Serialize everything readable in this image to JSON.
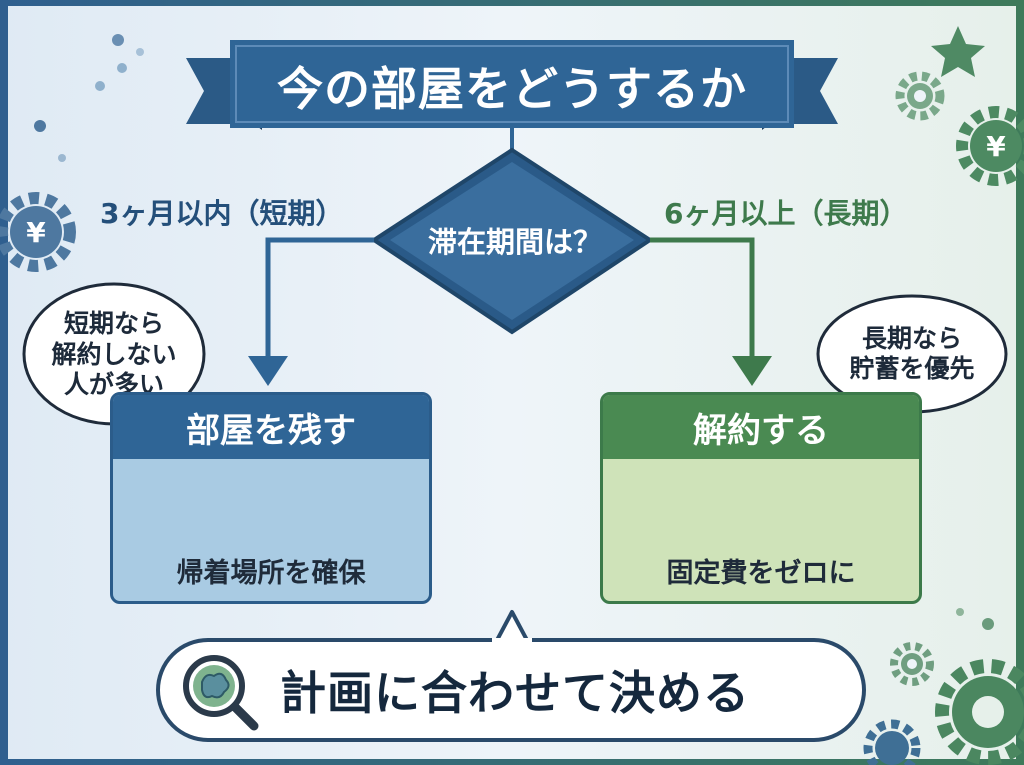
{
  "title": "今の部屋をどうするか",
  "decision": {
    "question": "滞在期間は？",
    "left_branch": "3ヶ月以内（短期）",
    "right_branch": "6ヶ月以上（長期）"
  },
  "bubbles": {
    "left_lines": [
      "短期なら",
      "解約しない",
      "人が多い"
    ],
    "right_lines": [
      "長期なら",
      "貯蓄を優先"
    ]
  },
  "options": {
    "left": {
      "title": "部屋を残す",
      "caption": "帰着場所を確保"
    },
    "right": {
      "title": "解約する",
      "caption": "固定費をゼロに"
    }
  },
  "conclusion": "計画に合わせて決める",
  "icons": {
    "currency_glyph": "¥",
    "decor": [
      "gear-icon",
      "yen-gear-icon",
      "star-icon",
      "room-icon",
      "key-icon",
      "box-icon",
      "truck-icon",
      "magnifier-brain-icon"
    ]
  },
  "colors": {
    "primary_blue": "#2f6596",
    "primary_green": "#4a8a52",
    "left_card_fill": "#a9cbe3",
    "right_card_fill": "#cfe3b9"
  }
}
